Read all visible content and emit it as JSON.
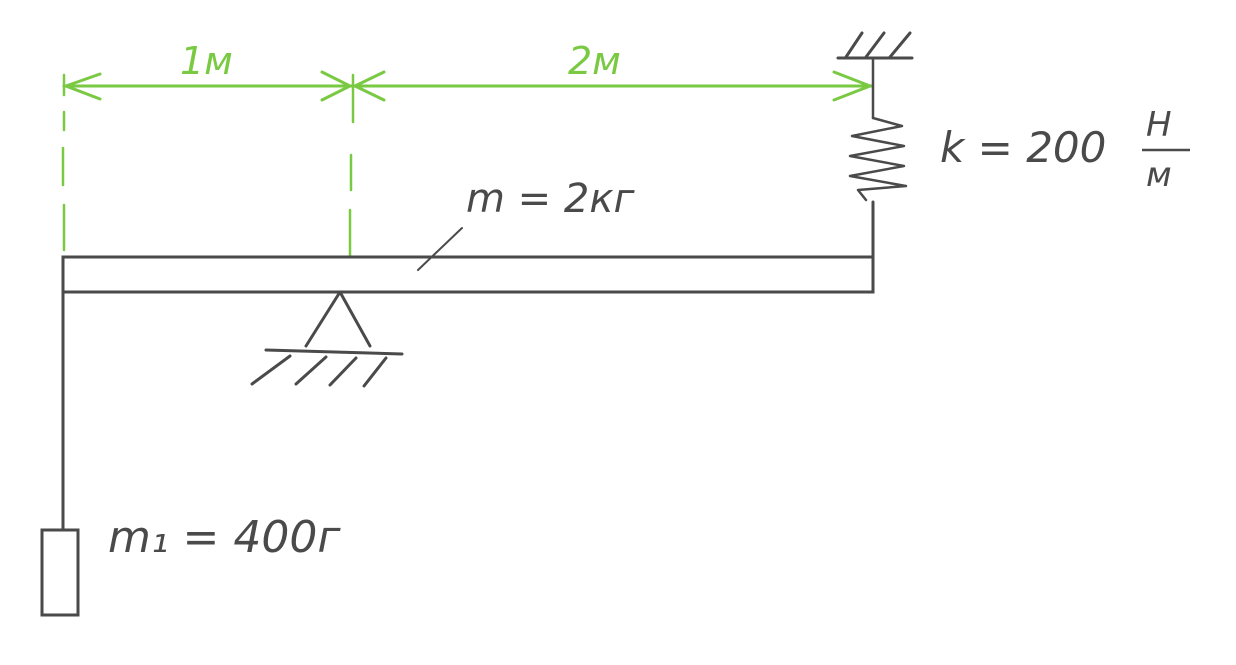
{
  "dimensions": {
    "left_span": "1м",
    "right_span": "2м",
    "color": "#7ac943"
  },
  "beam": {
    "mass_label": "m = 2кг"
  },
  "spring": {
    "stiffness_label": "k = 200",
    "unit_numerator": "Н",
    "unit_denominator": "м"
  },
  "load": {
    "mass_label": "m₁ = 400г"
  },
  "colors": {
    "ink": "#4a4a4a",
    "dimension": "#7ac943",
    "background": "#ffffff"
  }
}
